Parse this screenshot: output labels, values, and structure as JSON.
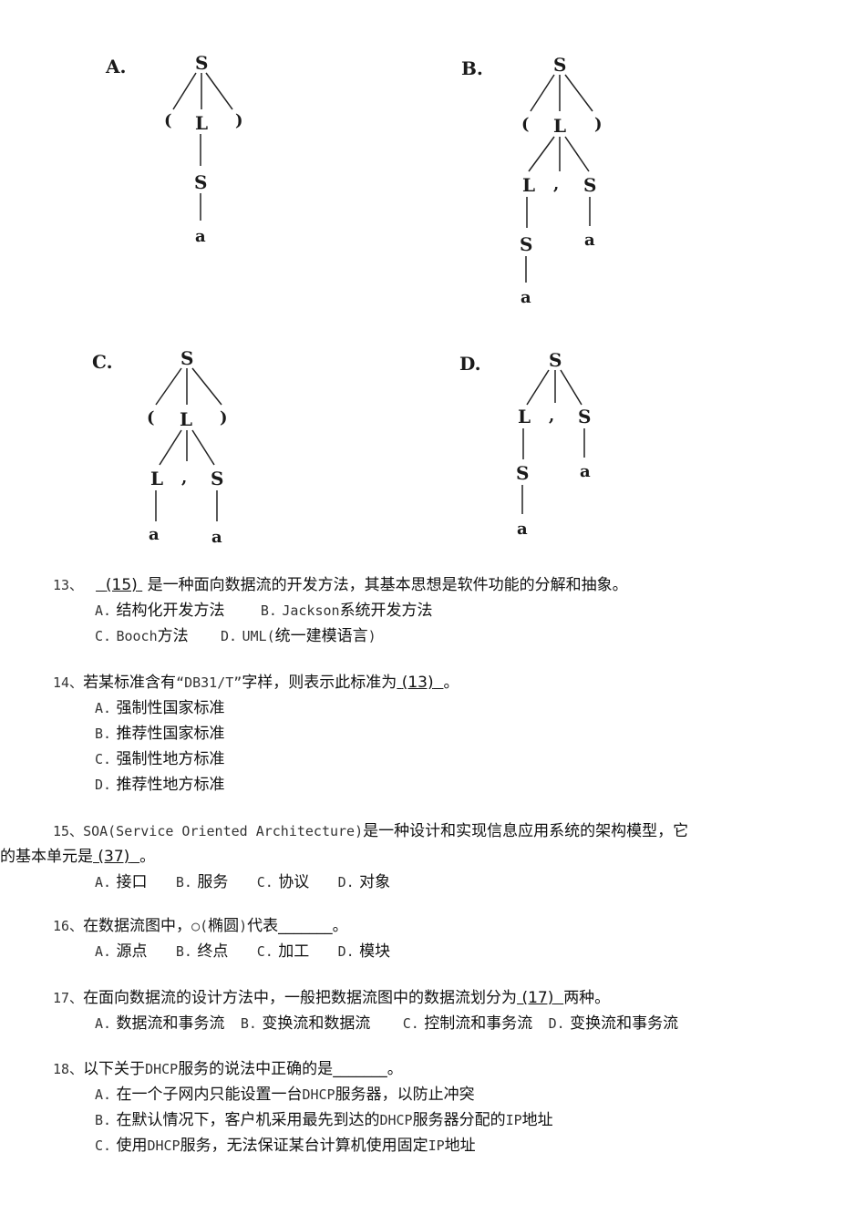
{
  "trees": [
    {
      "label": "A."
    },
    {
      "label": "B."
    },
    {
      "label": "C."
    },
    {
      "label": "D."
    }
  ],
  "q13": {
    "num": "13、",
    "blank": "(15)",
    "text": "是一种面向数据流的开发方法，其基本思想是软件功能的分解和抽象。",
    "a_key": "A.",
    "a": "结构化开发方法",
    "b_key": "B.",
    "b_m": "Jackson",
    "b": "系统开发方法",
    "c_key": "C.",
    "c_m": "Booch",
    "c": "方法",
    "d_key": "D.",
    "d_m": "UML(",
    "d": "统一建模语言",
    "d_end": ")"
  },
  "q14": {
    "num": "14、",
    "text1": "若某标准含有",
    "quote": "“DB31/T”",
    "text2": "字样，则表示此标准为",
    "blank": "(13)",
    "end": "。",
    "a_key": "A.",
    "a": "强制性国家标准",
    "b_key": "B.",
    "b": "推荐性国家标准",
    "c_key": "C.",
    "c": "强制性地方标准",
    "d_key": "D.",
    "d": "推荐性地方标准"
  },
  "q15": {
    "num": "15、",
    "mono": "SOA(Service Oriented Architecture)",
    "text1": "是一种设计和实现信息应用系统的架构模型，它",
    "text2": "的基本单元是",
    "blank": "(37)",
    "end": "。",
    "a_key": "A.",
    "a": "接口",
    "b_key": "B.",
    "b": "服务",
    "c_key": "C.",
    "c": "协议",
    "d_key": "D.",
    "d": "对象"
  },
  "q16": {
    "num": "16、",
    "text1": "在数据流图中，",
    "symbol": "○(",
    "text2": "椭圆",
    "text3": ")",
    "text4": "代表",
    "blank": "_______",
    "end": "。",
    "a_key": "A.",
    "a": "源点",
    "b_key": "B.",
    "b": "终点",
    "c_key": "C.",
    "c": "加工",
    "d_key": "D.",
    "d": "模块"
  },
  "q17": {
    "num": "17、",
    "text1": "在面向数据流的设计方法中，一般把数据流图中的数据流划分为",
    "blank": "(17)",
    "text2": "两种。",
    "a_key": "A.",
    "a": "数据流和事务流",
    "b_key": "B.",
    "b": "变换流和数据流",
    "c_key": "C.",
    "c": "控制流和事务流",
    "d_key": "D.",
    "d": "变换流和事务流"
  },
  "q18": {
    "num": "18、",
    "text1": "以下关于",
    "m1": "DHCP",
    "text2": "服务的说法中正确的是",
    "blank": "_______",
    "end": "。",
    "a_key": "A.",
    "a1": "在一个子网内只能设置一台",
    "a_m": "DHCP",
    "a2": "服务器，以防止冲突",
    "b_key": "B.",
    "b1": "在默认情况下，客户机采用最先到达的",
    "b_m": "DHCP",
    "b2": "服务器分配的",
    "b_m2": "IP",
    "b3": "地址",
    "c_key": "C.",
    "c1": "使用",
    "c_m": "DHCP",
    "c2": "服务，无法保证某台计算机使用固定",
    "c_m2": "IP",
    "c3": "地址"
  }
}
